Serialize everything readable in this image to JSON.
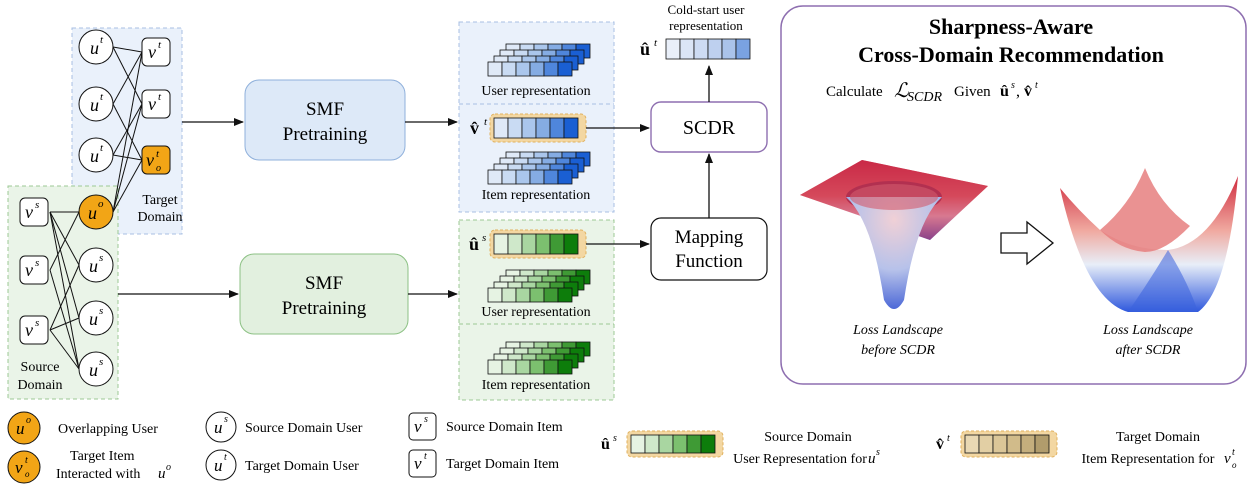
{
  "colors": {
    "overlap_orange": "#f2a516",
    "target_blue_fill": "#eaf1fb",
    "target_blue_border": "#a8bfe3",
    "source_green_fill": "#eaf4e8",
    "source_green_border": "#9cc995",
    "scdr_border": "#8e6fb0",
    "panel_border": "#8e6fb0",
    "highlight_gold": "#f3d7a2"
  },
  "left": {
    "target_domain_label": [
      "Target",
      "Domain"
    ],
    "source_domain_label": [
      "Source",
      "Domain"
    ]
  },
  "nodes": {
    "target_user": "u",
    "target_user_sup": "t",
    "target_item": "v",
    "target_item_sup": "t",
    "target_item_sub": "o",
    "overlap_user": "u",
    "overlap_user_sup": "o",
    "source_user": "u",
    "source_user_sup": "s",
    "source_item": "v",
    "source_item_sup": "s"
  },
  "middle": {
    "smf_top": [
      "SMF",
      "Pretraining"
    ],
    "smf_bottom": [
      "SMF",
      "Pretraining"
    ],
    "user_rep_top": "User representation",
    "item_rep_top": "Item representation",
    "user_rep_bottom": "User representation",
    "item_rep_bottom": "Item representation",
    "v_hat_t": "v̂",
    "u_hat_s": "û",
    "u_hat_t": "û",
    "scdr_label": "SCDR",
    "mapping": [
      "Mapping",
      "Function"
    ],
    "cold_start": [
      "Cold-start user",
      "representation"
    ]
  },
  "panel": {
    "title": [
      "Sharpness-Aware",
      "Cross-Domain Recommendation"
    ],
    "calc_text": "Calculate",
    "loss_symbol": "ℒ",
    "loss_sub": "SCDR",
    "given_text": "Given",
    "given_vars": "û",
    "before_caption": [
      "Loss Landscape",
      "before SCDR"
    ],
    "after_caption": [
      "Loss Landscape",
      "after SCDR"
    ]
  },
  "legend": {
    "overlap_user": "Overlapping User",
    "target_item_1": "Target Item",
    "target_item_2": "Interacted with",
    "source_user": "Source Domain User",
    "target_user": "Target Domain User",
    "source_item": "Source Domain Item",
    "target_item": "Target Domain Item",
    "src_rep_1": "Source Domain",
    "src_rep_2": "User Representation for",
    "tgt_rep_1": "Target Domain",
    "tgt_rep_2": "Item Representation for"
  }
}
